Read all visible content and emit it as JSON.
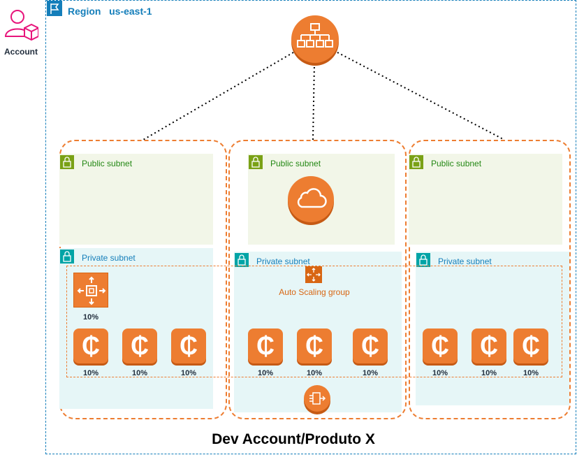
{
  "account": {
    "label": "Account"
  },
  "region": {
    "label": "Region   us-east-1"
  },
  "subnets": {
    "public": [
      "Public subnet",
      "Public subnet",
      "Public subnet"
    ],
    "private": [
      "Private subnet",
      "Private subnet",
      "Private subnet"
    ]
  },
  "asg": {
    "label": "Auto Scaling group"
  },
  "percentages": {
    "scaling_node": "10%",
    "az1": [
      "10%",
      "10%",
      "10%"
    ],
    "az2": [
      "10%",
      "10%",
      "10%"
    ],
    "az3": [
      "10%",
      "10%",
      "10%"
    ]
  },
  "instance_glyph": "₵",
  "title": "Dev Account/Produto X",
  "colors": {
    "region_border": "#147EBA",
    "az_border": "#ED7D31",
    "public_bg": "#F2F6E8",
    "private_bg": "#E6F6F7",
    "instance": "#ED7D31",
    "account_icon": "#E7157B"
  },
  "icons": [
    "account-icon",
    "region-flag-icon",
    "load-balancer-icon",
    "internet-gateway-icon",
    "lock-icon",
    "auto-scaling-icon",
    "ec2-auto-scaling-icon",
    "ec2-instance-icon",
    "nat-gateway-icon"
  ]
}
